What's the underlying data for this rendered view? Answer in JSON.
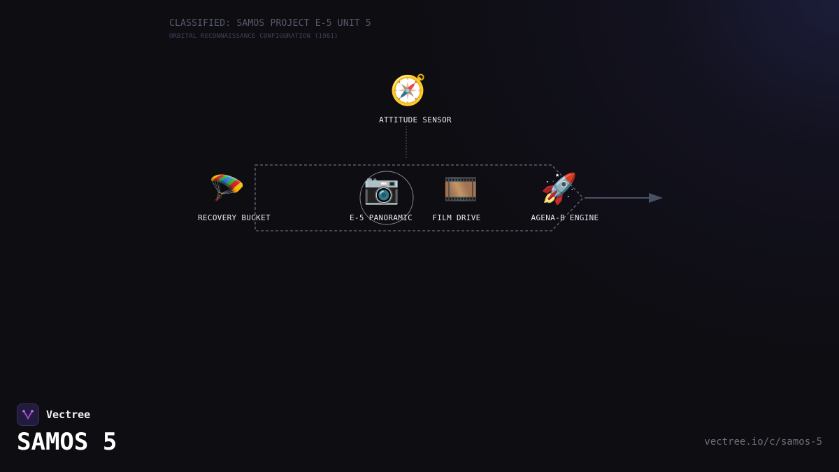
{
  "header": {
    "title": "CLASSIFIED: SAMOS PROJECT E-5 UNIT 5",
    "subtitle": "ORBITAL RECONNAISSANCE CONFIGURATION (1961)"
  },
  "nodes": [
    {
      "id": "attitude-sensor",
      "icon": "🧭",
      "icon_name": "compass-icon",
      "label": "ATTITUDE SENSOR"
    },
    {
      "id": "recovery-bucket",
      "icon": "🪂",
      "icon_name": "parachute-icon",
      "label": "RECOVERY BUCKET"
    },
    {
      "id": "e5-panoramic",
      "icon": "📷",
      "icon_name": "camera-icon",
      "label": "E-5 PANORAMIC"
    },
    {
      "id": "film-drive",
      "icon": "🎞️",
      "icon_name": "film-frames-icon",
      "label": "FILM DRIVE"
    },
    {
      "id": "agena-b-engine",
      "icon": "🚀",
      "icon_name": "rocket-icon",
      "label": "AGENA-B ENGINE"
    }
  ],
  "brand": {
    "name": "Vectree",
    "logo_icon": "vectree-logo-icon"
  },
  "footer": {
    "title": "SAMOS 5",
    "url": "vectree.io/c/samos-5"
  },
  "colors": {
    "background": "#0e0d12",
    "outline": "#5a5d6e",
    "arrow": "#4a5064",
    "label": "#e8e8ee",
    "logo_bg": "#221b3c",
    "logo_accent": "#a64ee0"
  }
}
